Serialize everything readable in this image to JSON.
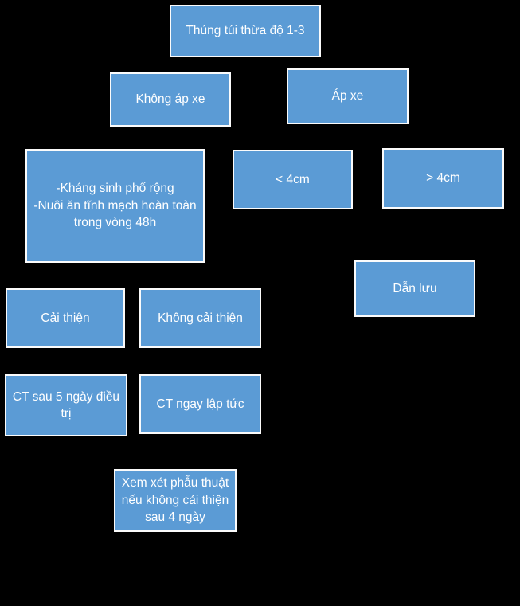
{
  "flowchart": {
    "background_color": "#000000",
    "box_fill_color": "#5B9BD5",
    "box_border_color": "#FBFBFB",
    "text_color": "#FFFFFF",
    "nodes": [
      {
        "id": "root",
        "label": "Thủng túi thừa độ 1-3"
      },
      {
        "id": "khong-ap-xe",
        "label": "Không áp xe"
      },
      {
        "id": "ap-xe",
        "label": "Áp xe"
      },
      {
        "id": "khang-sinh",
        "label": "-Kháng sinh phổ rộng\n-Nuôi ăn tĩnh mạch hoàn toàn trong vòng 48h"
      },
      {
        "id": "duoi-4cm",
        "label": "< 4cm"
      },
      {
        "id": "tren-4cm",
        "label": "> 4cm"
      },
      {
        "id": "dan-luu",
        "label": "Dẫn lưu"
      },
      {
        "id": "cai-thien",
        "label": "Cải thiện"
      },
      {
        "id": "khong-cai-thien",
        "label": "Không cải thiện"
      },
      {
        "id": "ct-sau-5-ngay",
        "label": "CT sau 5 ngày điều trị"
      },
      {
        "id": "ct-ngay-lap-tuc",
        "label": "CT ngay lập tức"
      },
      {
        "id": "xem-xet-phau-thuat",
        "label": "Xem xét phẫu thuật nếu không cải thiện sau 4 ngày"
      }
    ]
  }
}
